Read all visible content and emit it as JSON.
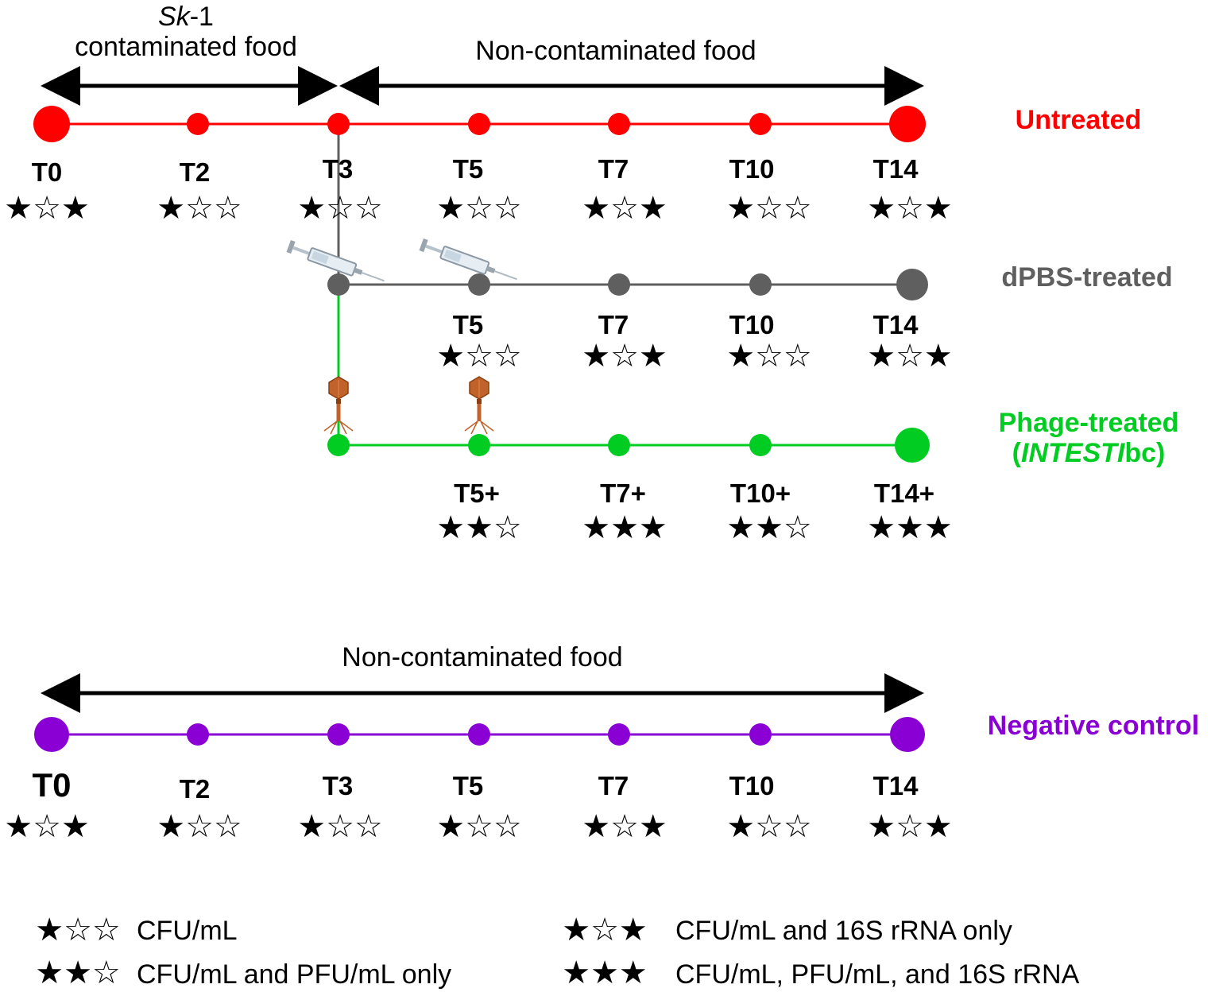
{
  "colors": {
    "untreated": "#ff0000",
    "dpbs": "#5f5f5f",
    "phage": "#00cc22",
    "negative": "#8a00d4",
    "arrow": "#000000"
  },
  "header": {
    "sk1_strain": "Sk",
    "sk1_suffix": "-1",
    "sk1_food": "contaminated food",
    "noncontaminated_top": "Non-contaminated food",
    "noncontaminated_bottom": "Non-contaminated food"
  },
  "groups": {
    "untreated": "Untreated",
    "dpbs": "dPBS-treated",
    "phage_line1": "Phage-treated",
    "phage_paren_open": "(",
    "phage_italic": "INTESTI",
    "phage_suffix": "bc)",
    "negative": "Negative control"
  },
  "timelines": {
    "untreated": [
      {
        "label": "T0",
        "stars": "★☆★"
      },
      {
        "label": "T2",
        "stars": "★☆☆"
      },
      {
        "label": "T3",
        "stars": "★☆☆"
      },
      {
        "label": "T5",
        "stars": "★☆☆"
      },
      {
        "label": "T7",
        "stars": "★☆★"
      },
      {
        "label": "T10",
        "stars": "★☆☆"
      },
      {
        "label": "T14",
        "stars": "★☆★"
      }
    ],
    "dpbs": [
      {
        "label": "T5",
        "stars": "★☆☆"
      },
      {
        "label": "T7",
        "stars": "★☆★"
      },
      {
        "label": "T10",
        "stars": "★☆☆"
      },
      {
        "label": "T14",
        "stars": "★☆★"
      }
    ],
    "phage": [
      {
        "label": "T5+",
        "stars": "★★☆"
      },
      {
        "label": "T7+",
        "stars": "★★★"
      },
      {
        "label": "T10+",
        "stars": "★★☆"
      },
      {
        "label": "T14+",
        "stars": "★★★"
      }
    ],
    "negative": [
      {
        "label": "T0",
        "stars": "★☆★"
      },
      {
        "label": "T2",
        "stars": "★☆☆"
      },
      {
        "label": "T3",
        "stars": "★☆☆"
      },
      {
        "label": "T5",
        "stars": "★☆☆"
      },
      {
        "label": "T7",
        "stars": "★☆★"
      },
      {
        "label": "T10",
        "stars": "★☆☆"
      },
      {
        "label": "T14",
        "stars": "★☆★"
      }
    ]
  },
  "legend": [
    {
      "stars": "★☆☆",
      "text": "CFU/mL"
    },
    {
      "stars": "★★☆",
      "text": "CFU/mL and PFU/mL only"
    },
    {
      "stars": "★☆★",
      "text": "CFU/mL and 16S rRNA only"
    },
    {
      "stars": "★★★",
      "text": "CFU/mL, PFU/mL, and 16S rRNA"
    }
  ],
  "icons": [
    "syringe-icon",
    "bacteriophage-icon"
  ]
}
